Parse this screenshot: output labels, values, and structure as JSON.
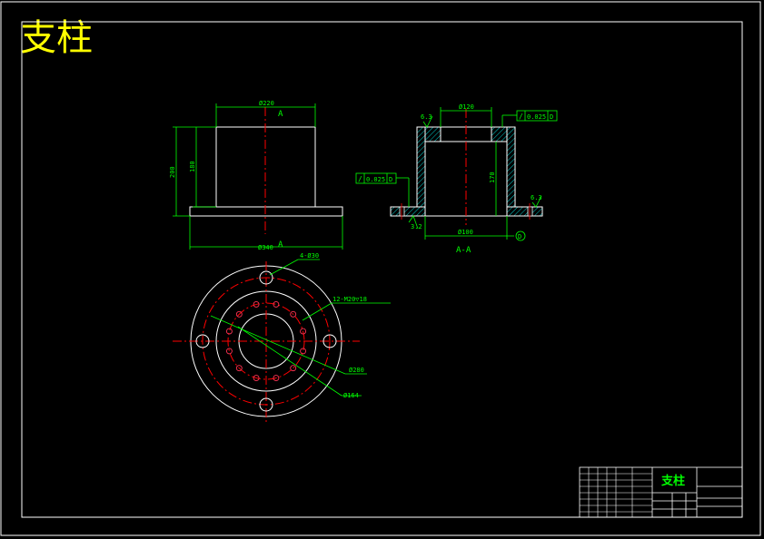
{
  "drawing": {
    "title_large": "支柱",
    "title_block_name": "支柱",
    "colors": {
      "background": "#000000",
      "outline": "#ffffff",
      "dimension": "#00ff00",
      "centerline": "#ff0000",
      "title": "#ffff00",
      "hatch": "#00ffff"
    }
  },
  "front_view": {
    "dim_top_width": "Ø220",
    "dim_base_width": "Ø340",
    "dim_total_height": "200",
    "dim_body_height": "180",
    "section_mark_top": "A",
    "section_mark_bottom": "A"
  },
  "section_view": {
    "dim_top_width": "Ø120",
    "dim_bottom_width": "Ø100",
    "dim_height": "170",
    "roughness_top": "6.3",
    "roughness_right": "6.3",
    "roughness_bottom": "3.2",
    "tolerance_top": "0.025",
    "tolerance_top_datum": "D",
    "tolerance_left": "0.025",
    "tolerance_left_datum": "D",
    "datum_label": "D",
    "section_label": "A-A"
  },
  "top_view": {
    "hole_callout_large": "4-Ø30",
    "hole_callout_small": "12-M20▽18",
    "dim_outer_circle": "Ø280",
    "dim_inner_circle": "Ø164"
  }
}
